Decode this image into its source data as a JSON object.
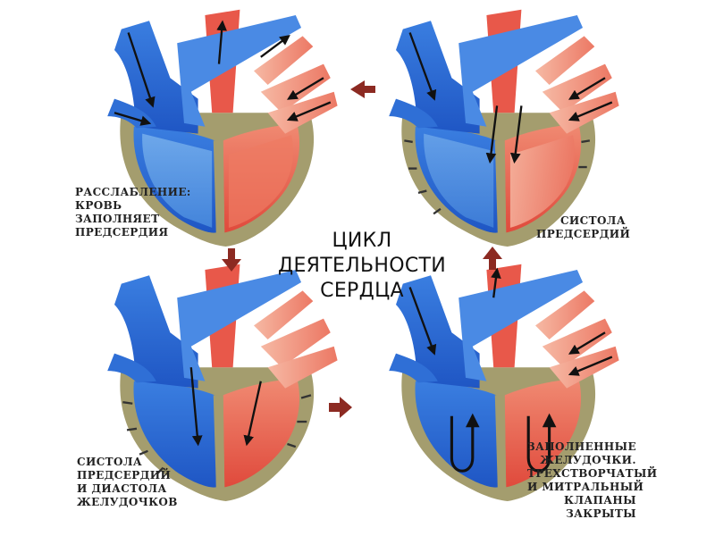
{
  "title": {
    "line1": "ЦИКЛ ДЕЯТЕЛЬНОСТИ",
    "line2": "СЕРДЦА"
  },
  "captions": {
    "top_left": [
      "РАССЛАБЛЕНИЕ:",
      "КРОВЬ",
      "ЗАПОЛНЯЕТ",
      "ПРЕДСЕРДИЯ"
    ],
    "top_right": [
      "СИСТОЛА",
      "ПРЕДСЕРДИЙ"
    ],
    "bottom_left": [
      "СИСТОЛА",
      "ПРЕДСЕРДИЙ",
      "И ДИАСТОЛА",
      "ЖЕЛУДОЧКОВ"
    ],
    "bottom_right": [
      "ЗАПОЛНЕННЫЕ",
      "ЖЕЛУДОЧКИ.",
      "ТРЕХСТВОРЧАТЫЙ",
      "И МИТРАЛЬНЫЙ",
      "КЛАПАНЫ",
      "ЗАКРЫТЫ"
    ]
  },
  "colors": {
    "deoxygenated": "#2f6fd6",
    "oxygenated": "#e8584a",
    "wall": "#a49d6e",
    "cycle_arrow": "#8c2a22"
  }
}
